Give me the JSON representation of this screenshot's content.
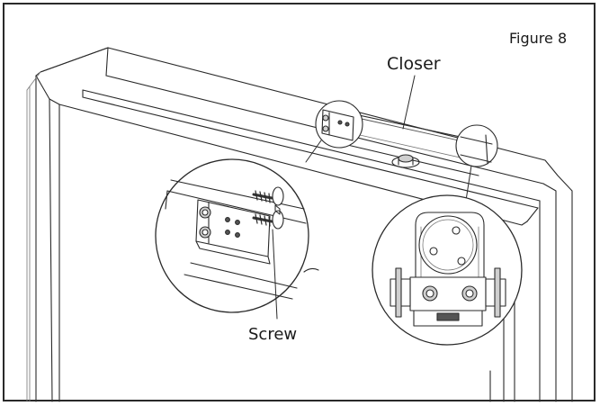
{
  "figure": {
    "label": "Figure 8"
  },
  "callouts": {
    "closer": "Closer",
    "screw": "Screw"
  },
  "colors": {
    "line": "#2a2a2a",
    "fill": "#ffffff",
    "shade": "#cfcfcf",
    "dark": "#555555"
  }
}
